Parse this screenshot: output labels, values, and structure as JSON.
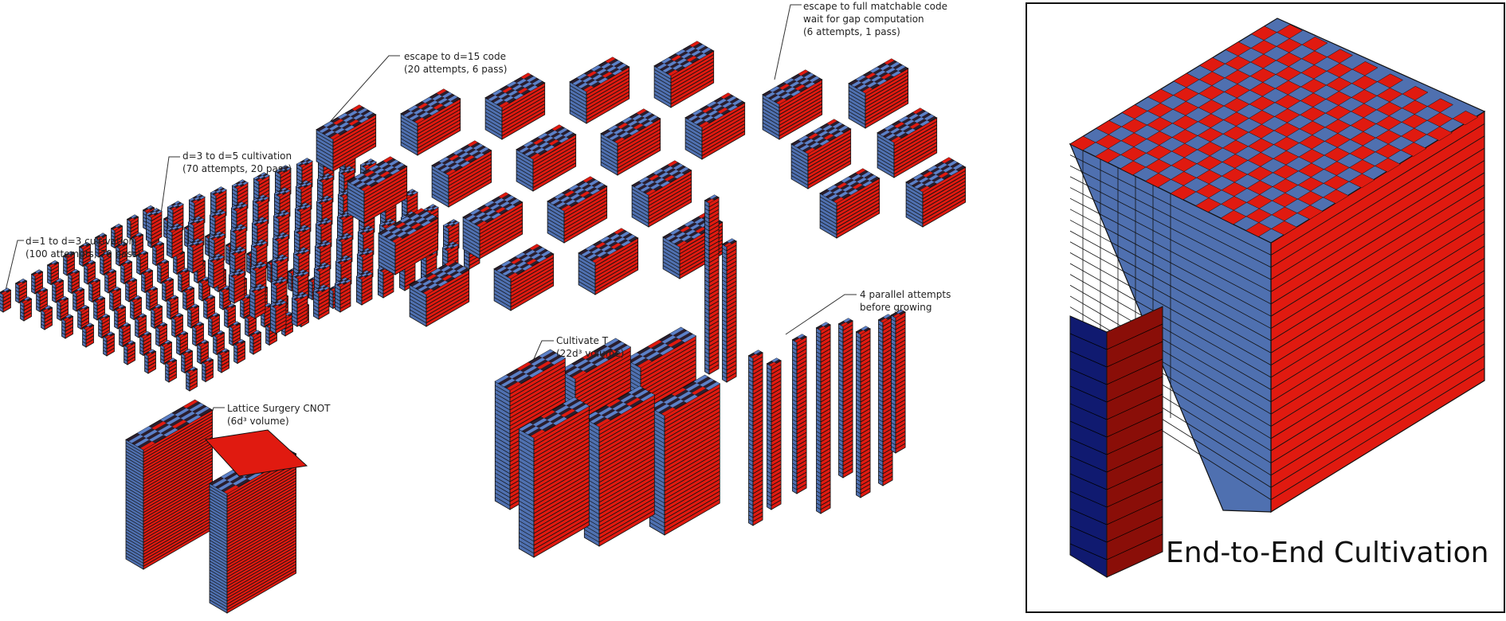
{
  "colors": {
    "red": "#e01a10",
    "red_dark": "#8a0e08",
    "blue": "#4f70b0",
    "blue_light": "#5b80c8",
    "navy": "#101a70",
    "outline": "#111111"
  },
  "labels": {
    "d1_d3": {
      "line1": "d=1 to d=3 cultivation",
      "line2": "(100 attempts, 70 pass)"
    },
    "d3_d5": {
      "line1": "d=3 to d=5 cultivation",
      "line2": "(70 attempts, 20 pass)"
    },
    "escape_d15": {
      "line1": "escape to d=15 code",
      "line2": "(20 attempts, 6 pass)"
    },
    "escape_full": {
      "line1": "escape to full matchable code",
      "line2": "wait for gap computation",
      "line3": "(6 attempts, 1 pass)"
    },
    "parallel": {
      "line1": "4 parallel attempts",
      "line2": "before growing"
    },
    "cultivate_t": {
      "line1": "Cultivate T",
      "line2": "(22d³ volume)"
    },
    "cnot": {
      "line1": "Lattice Surgery CNOT",
      "line2": "(6d³ volume)"
    }
  },
  "panel": {
    "title": "End-to-End Cultivation"
  },
  "groups": {
    "d1_d3_attempts": 100,
    "d3_d5_attempts": 70,
    "escape_d15_attempts": 20,
    "escape_full_attempts": 6,
    "parallel_attempts": 4
  }
}
